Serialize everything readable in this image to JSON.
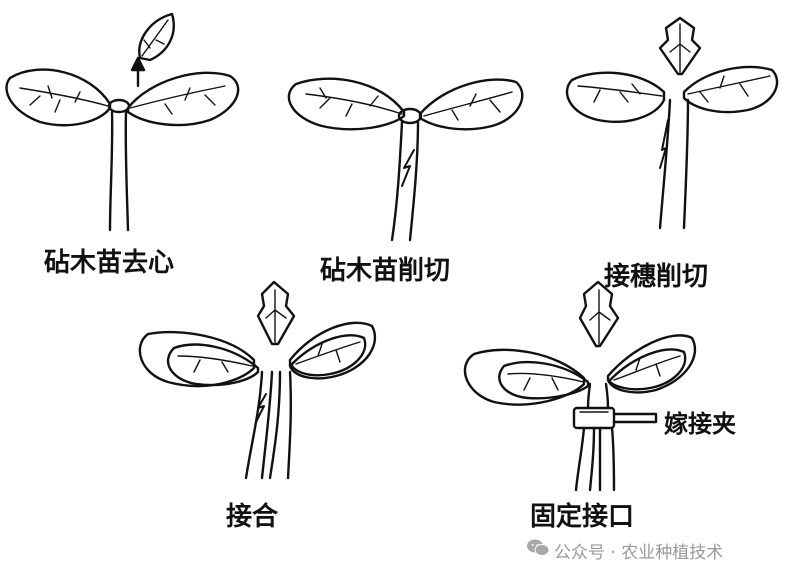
{
  "steps": [
    {
      "label": "砧木苗去心"
    },
    {
      "label": "砧木苗削切"
    },
    {
      "label": "接穗削切"
    },
    {
      "label": "接合"
    },
    {
      "label": "固定接口"
    }
  ],
  "callout": {
    "label": "嫁接夹"
  },
  "watermark": {
    "text": "公众号 · 农业种植技术",
    "icon": "wechat-icon"
  }
}
